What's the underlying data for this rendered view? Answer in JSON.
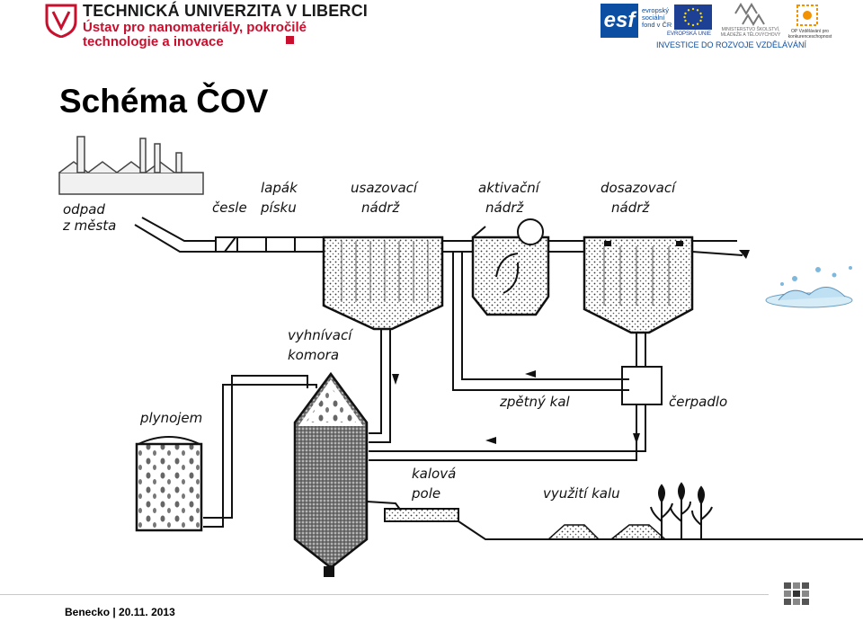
{
  "header": {
    "university_name": "TECHNICKÁ UNIVERZITA V LIBERCI",
    "institute_line1": "Ústav pro nanomateriály, pokročilé",
    "institute_line2": "technologie a inovace",
    "esf_mark": "esf",
    "esf_line1": "evropský",
    "esf_line2": "sociální",
    "esf_line3": "fond v ČR",
    "eu_label": "EVROPSKÁ UNIE",
    "msmt_label": "MINISTERSTVO ŠKOLSTVÍ, MLÁDEŽE A TĚLOVÝCHOVY",
    "op_label": "OP Vzdělávání pro konkurenceschopnost",
    "investice": "INVESTICE DO ROZVOJE VZDĚLÁVÁNÍ",
    "brand_red": "#c8102e",
    "eu_blue": "#0b4ea2"
  },
  "title": "Schéma ČOV",
  "diagram": {
    "labels": {
      "odpad": "odpad",
      "z_mesta": "z města",
      "cesle": "česle",
      "lapak": "lapák",
      "pisku": "písku",
      "usazovaci": "usazovací",
      "nadrz1": "nádrž",
      "aktivacni": "aktivační",
      "nadrz2": "nádrž",
      "dosazovaci": "dosazovací",
      "nadrz3": "nádrž",
      "vyhnivaci": "vyhnívací",
      "komora": "komora",
      "plynojem": "plynojem",
      "zpetny_kal": "zpětný kal",
      "cerpadlo": "čerpadlo",
      "kalova": "kalová",
      "pole": "pole",
      "vyuziti_kalu": "využití kalu"
    },
    "icons": [
      "factory-icon",
      "water-splash-icon",
      "plant-icon"
    ]
  },
  "footer": {
    "text": "Benecko | 20.11. 2013"
  }
}
